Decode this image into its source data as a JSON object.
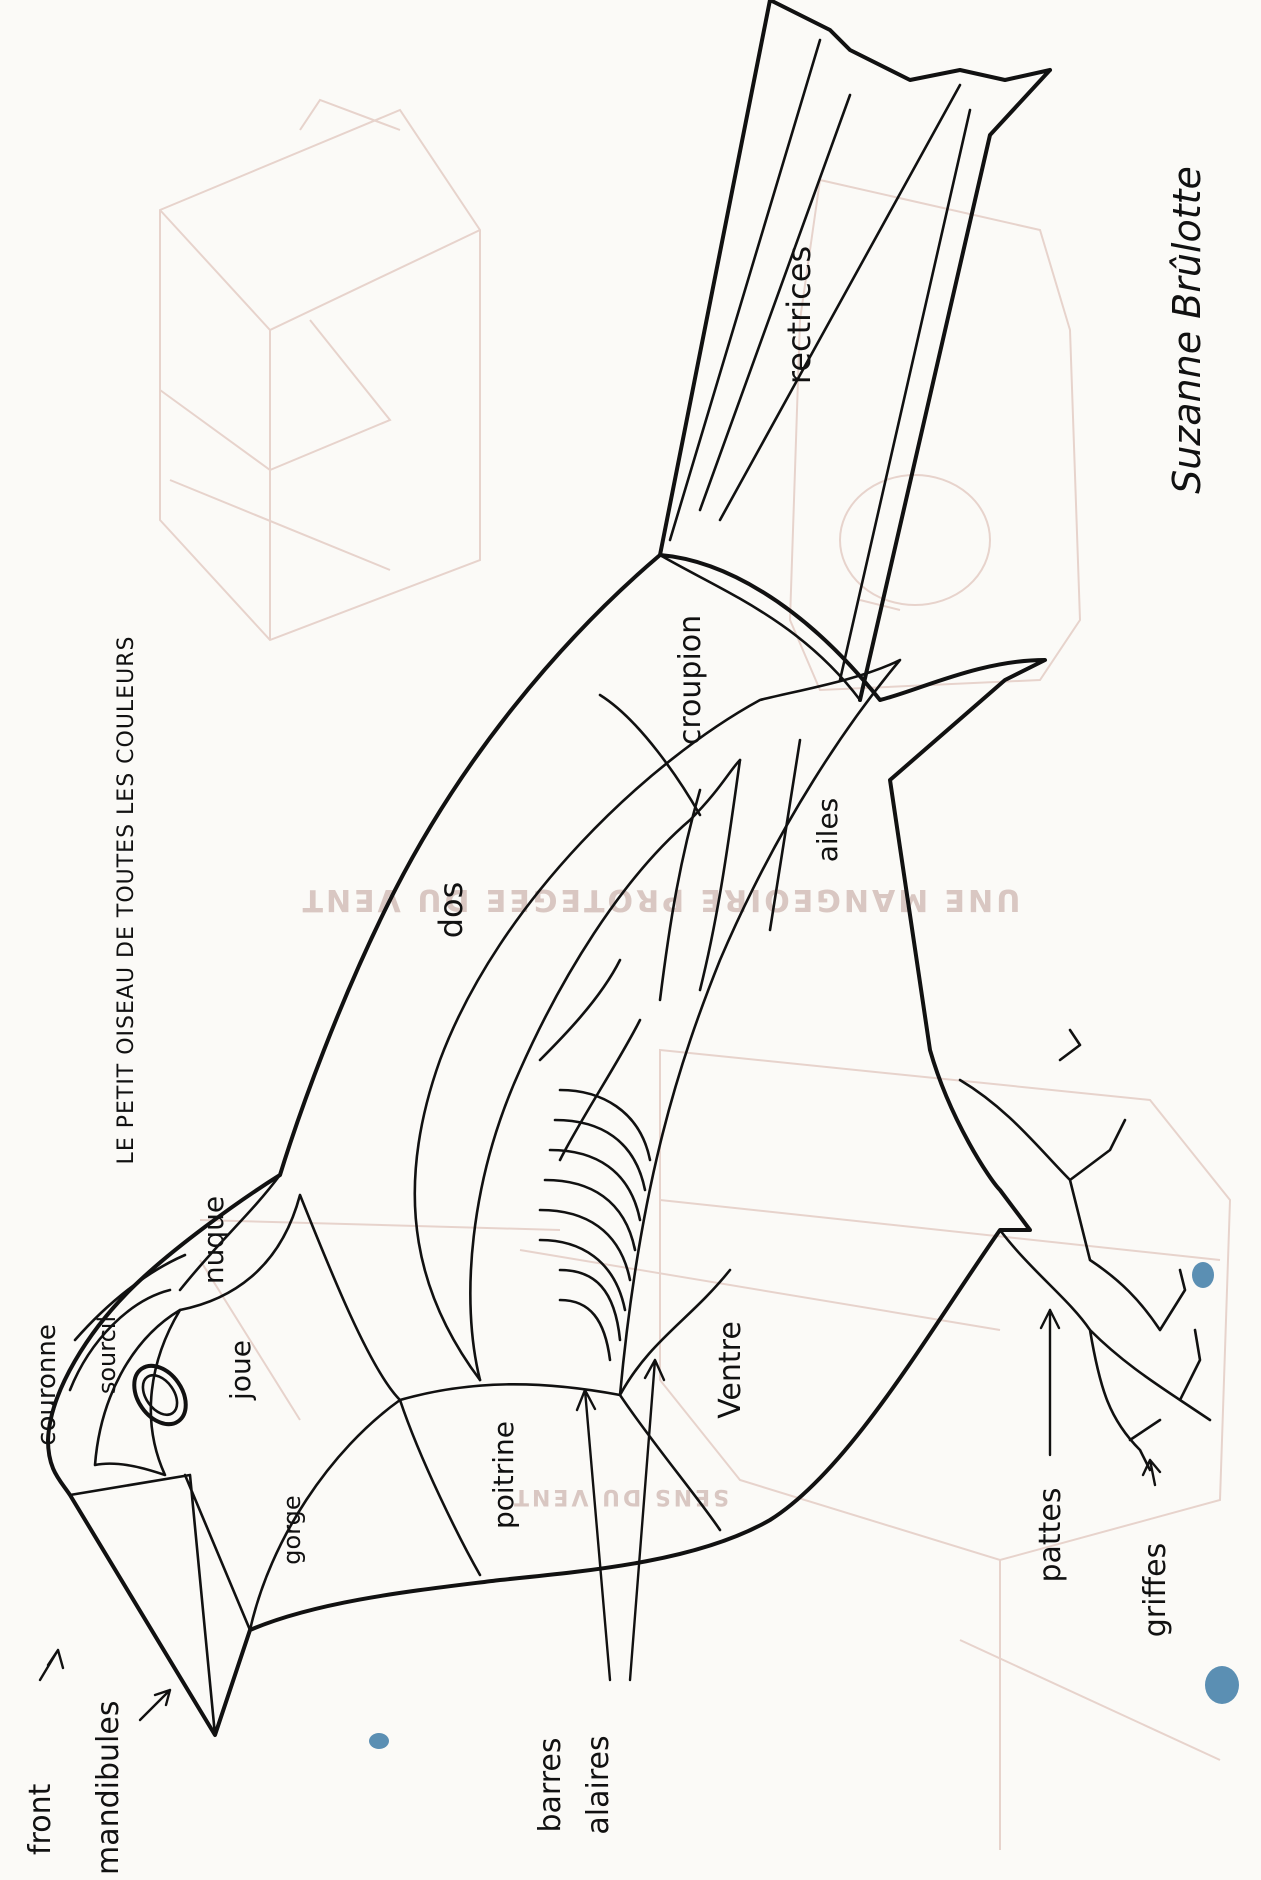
{
  "title": "LE PETIT OISEAU DE TOUTES LES COULEURS",
  "signature": "Suzanne Brûlotte",
  "background_text": {
    "top": "UNE MANGEOIRE PROTEGEE DU VENT",
    "bottom": "SENS DU VENT"
  },
  "labels": {
    "front": "front",
    "mandibules": "mandibules",
    "couronne": "couronne",
    "sourcil": "sourcil",
    "joue": "joue",
    "nuque": "nuque",
    "gorge": "gorge",
    "poitrine": "poitrine",
    "barres_alaires_line1": "barres",
    "barres_alaires_line2": "alaires",
    "ventre": "Ventre",
    "dos": "dos",
    "croupion": "croupion",
    "ailes": "ailes",
    "rectrices": "rectrices",
    "pattes": "pattes",
    "griffes": "griffes"
  },
  "colors": {
    "ink": "#111111",
    "paper": "#fbfaf7",
    "faded_print": "#e7d3cc",
    "ink_blot": "#5b8fb3"
  }
}
